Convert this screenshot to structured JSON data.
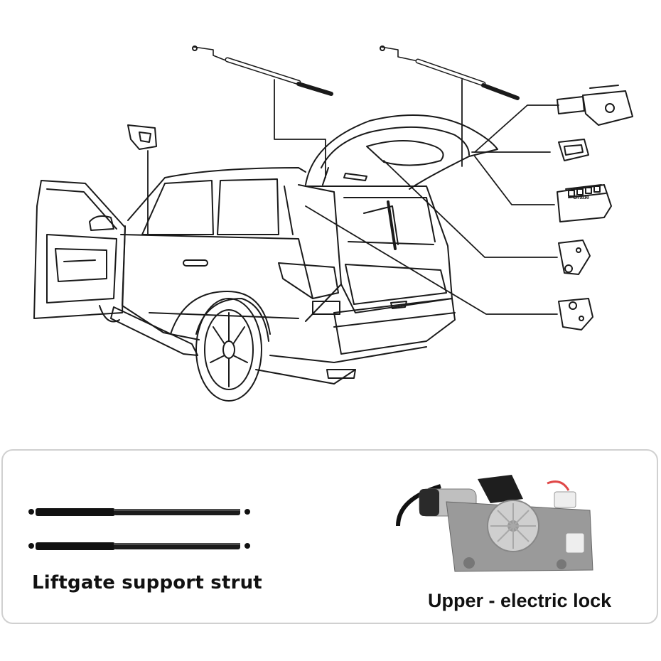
{
  "captions": {
    "strut": "Liftgate support strut",
    "lock": "Upper - electric lock"
  },
  "lock_label_text": "Grade",
  "colors": {
    "line": "#1a1a1a",
    "panel_border": "#d0d0d0",
    "strut": "#111111",
    "lock_metal": "#9a9a9a"
  }
}
